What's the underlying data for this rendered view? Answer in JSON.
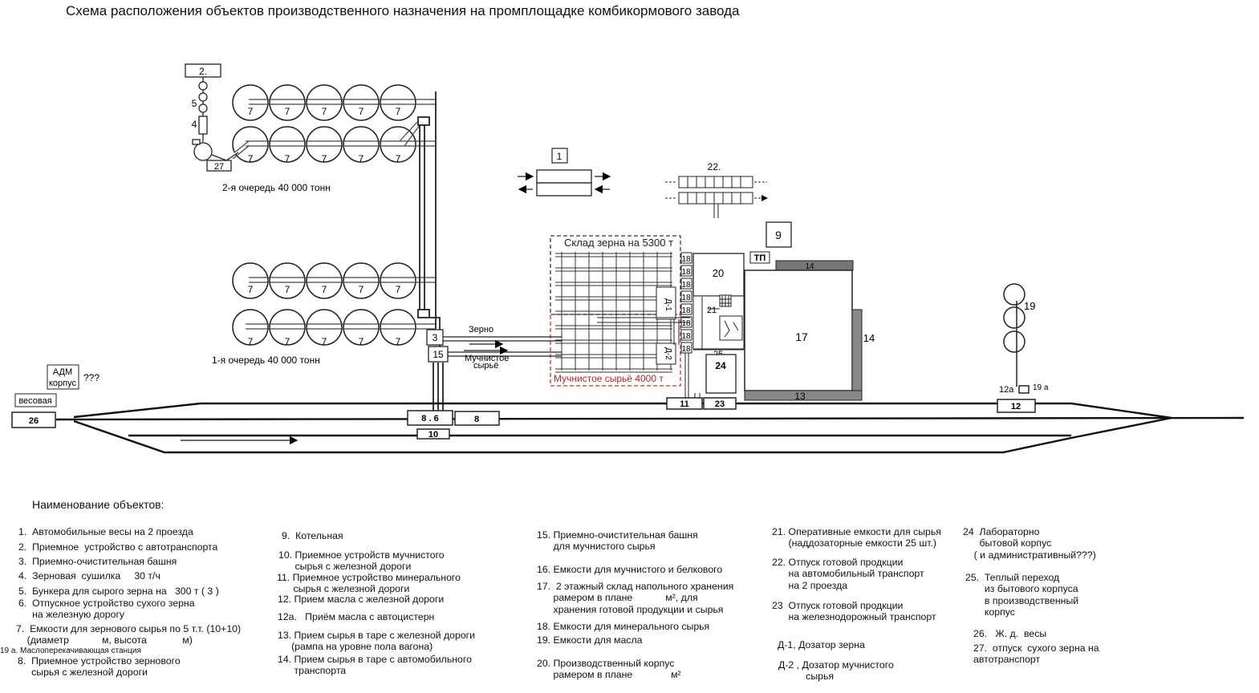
{
  "title": "Схема расположения объектов производственного назначения на промплощадке комбикормового завода",
  "labels": {
    "n2": "2.",
    "n5": "5",
    "n4": "4",
    "n27": "27",
    "n7": "7",
    "n1": "1",
    "n22": "22.",
    "n9": "9",
    "tp": "ТП",
    "n14": "14",
    "n20": "20",
    "n17": "17",
    "n13": "13",
    "n18": "18",
    "n21": "21",
    "n25": "25",
    "n24": "24",
    "n11": "11",
    "n23": "23",
    "n3": "3",
    "n15": "15",
    "n19": "19",
    "n12a": "12а",
    "n19a": "19 а",
    "n12": "12",
    "n26": "26",
    "n86": "8 . 6",
    "n8": "8",
    "n10": "10",
    "d1": "Д-1",
    "d2": "Д-2",
    "queue2": "2-я очередь   40 000  тонн",
    "queue1": "1-я очередь   40 000  тонн",
    "grain_store": "Склад зерна на 5300 т",
    "flour_store": "Мучнистое  сырьё  4000 т",
    "grain": "Зерно",
    "flour1": "Мучнистое",
    "flour2": "сырьё",
    "adm1": "АДМ",
    "adm2": "корпус",
    "qqq": "???",
    "vesovaya": "весовая"
  },
  "legend_title": "Наименование объектов:",
  "legend": [
    {
      "id": "l1",
      "text": "1.  Автомобильные весы на 2 проезда"
    },
    {
      "id": "l2",
      "text": "2.  Приемное  устройство с автотранспорта"
    },
    {
      "id": "l3",
      "text": "3.  Приемно-очистительная башня"
    },
    {
      "id": "l4",
      "text": "4.  Зерновая  сушилка     30 т/ч"
    },
    {
      "id": "l5",
      "text": "5.  Бункера для сырого зерна на   300 т ( 3 )"
    },
    {
      "id": "l6",
      "text": "6.  Отпускное устройство сухого зерна\n     на железную дорогу"
    },
    {
      "id": "l7",
      "text": "7.  Емкости для зернового сырья по 5 т.т. (10+10)\n    (диаметр            м, высота             м)"
    },
    {
      "id": "l8",
      "text": "8.  Приемное устройство зернового\n     сырья с железной дороги"
    },
    {
      "id": "l9",
      "text": "9.  Котельная"
    },
    {
      "id": "l10",
      "text": "10. Приемное устройств мучнистого\n      сырья с железной дороги"
    },
    {
      "id": "l11",
      "text": "11. Приемное устройство минерального\n      сырья с железной дороги"
    },
    {
      "id": "l12",
      "text": "12. Прием масла с железной дороги"
    },
    {
      "id": "l12a",
      "text": "12а.   Приём масла с автоцистерн"
    },
    {
      "id": "l13",
      "text": "13. Прием сырья в таре с железной дороги\n     (рампа на уровне пола вагона)"
    },
    {
      "id": "l14",
      "text": "14. Прием сырья в таре с автомобильного\n      транспорта"
    },
    {
      "id": "l15",
      "text": "15. Приемно-очистительная башня\n      для мучнистого сырья"
    },
    {
      "id": "l16",
      "text": "16. Емкости для мучнистого и белкового"
    },
    {
      "id": "l17",
      "text": "17.  2 этажный склад напольного хранения\n      рамером в плане            м², для\n      хранения готовой продукции и сырья"
    },
    {
      "id": "l18",
      "text": "18. Емкости для минерального сырья"
    },
    {
      "id": "l19",
      "text": "19. Емкости для масла"
    },
    {
      "id": "l19a",
      "text": "19 а. Маслоперекачивающая станция"
    },
    {
      "id": "l20",
      "text": "20. Производственный корпус\n      рамером в плане              м²"
    },
    {
      "id": "l21",
      "text": "21. Оперативные емкости для сырья\n      (наддозаторные емкости 25 шт.)"
    },
    {
      "id": "l22",
      "text": "22. Отпуск готовой продкции\n      на автомобильный транспорт\n      на 2 проезда"
    },
    {
      "id": "l23",
      "text": "23  Отпуск готовой продкции\n      на железнодорожный транспорт"
    },
    {
      "id": "ld1",
      "text": "Д-1, Дозатор зерна"
    },
    {
      "id": "ld2",
      "text": "Д-2 , Дозатор мучнистого\n          сырья"
    },
    {
      "id": "l24",
      "text": "24  Лабораторно\n      бытовой корпус\n    ( и административный???)"
    },
    {
      "id": "l25",
      "text": "25.  Теплый переход\n       из бытового корпуса\n       в производственный\n       корпус"
    },
    {
      "id": "l26",
      "text": "26.   Ж. д.  весы"
    },
    {
      "id": "l27",
      "text": "27.  отпуск  сухого зерна на\nавтотранспорт"
    }
  ]
}
